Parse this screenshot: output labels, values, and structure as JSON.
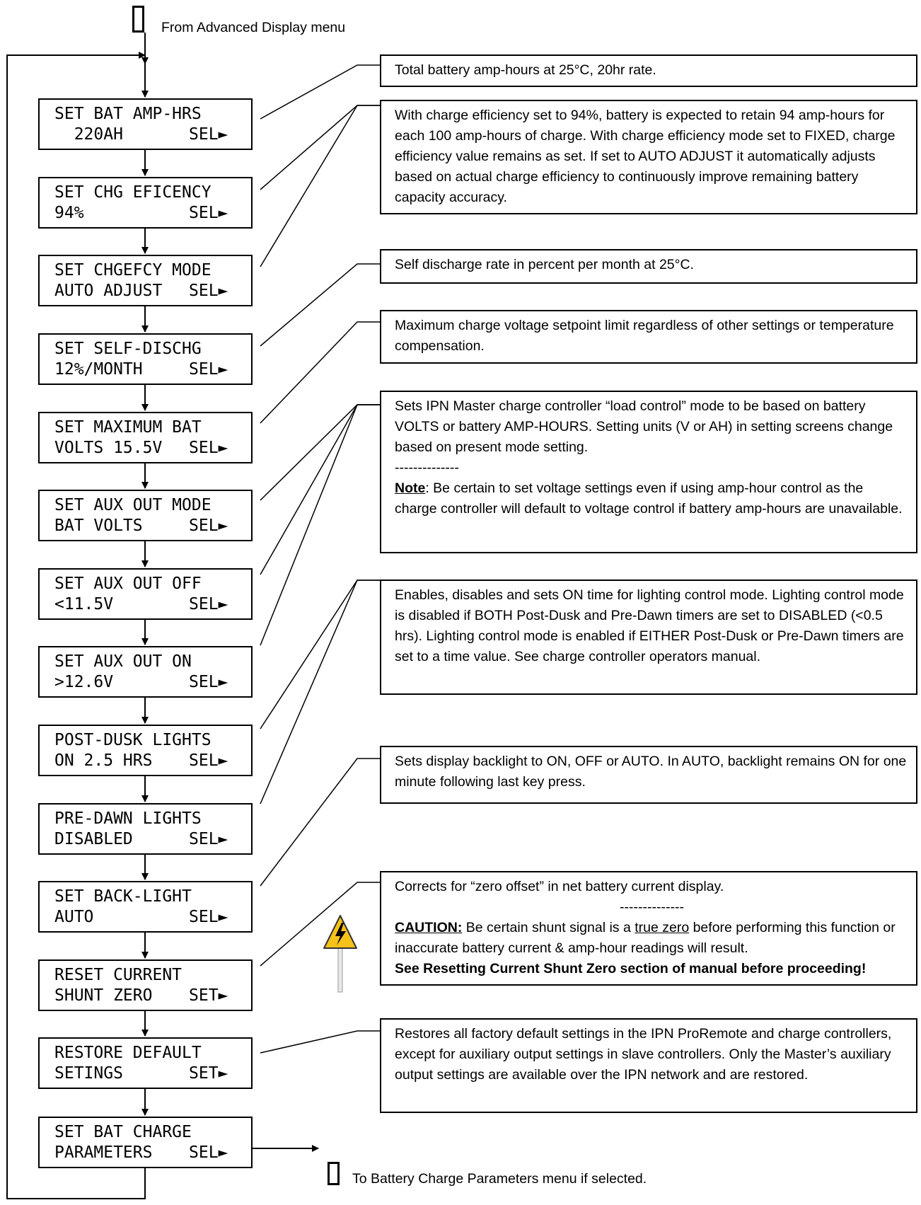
{
  "entry_label": "From Advanced Display menu",
  "exit_label": "To Battery Charge Parameters menu if selected.",
  "screens": [
    {
      "line1": "SET BAT AMP-HRS",
      "value": "  220AH",
      "action": "SEL►"
    },
    {
      "line1": "SET CHG EFICENCY",
      "value": "94%",
      "action": "SEL►"
    },
    {
      "line1": "SET CHGEFCY MODE",
      "value": "AUTO ADJUST",
      "action": "SEL►"
    },
    {
      "line1": "SET SELF-DISCHG",
      "value": "12%/MONTH",
      "action": "SEL►"
    },
    {
      "line1": "SET MAXIMUM BAT",
      "value": "VOLTS 15.5V",
      "action": "SEL►"
    },
    {
      "line1": "SET AUX OUT MODE",
      "value": "BAT VOLTS",
      "action": "SEL►"
    },
    {
      "line1": "SET AUX OUT OFF",
      "value": "<11.5V",
      "action": "SEL►"
    },
    {
      "line1": "SET AUX OUT ON",
      "value": ">12.6V",
      "action": "SEL►"
    },
    {
      "line1": "POST-DUSK LIGHTS",
      "value": "ON 2.5 HRS",
      "action": "SEL►"
    },
    {
      "line1": "PRE-DAWN LIGHTS",
      "value": "DISABLED",
      "action": "SEL►"
    },
    {
      "line1": "SET BACK-LIGHT",
      "value": "AUTO",
      "action": "SEL►"
    },
    {
      "line1": "RESET CURRENT",
      "value": "SHUNT ZERO",
      "action": "SET►"
    },
    {
      "line1": "RESTORE DEFAULT",
      "value": "SETINGS",
      "action": "SET►"
    },
    {
      "line1": "SET BAT CHARGE",
      "value": "PARAMETERS",
      "action": "SEL►"
    }
  ],
  "descriptions": {
    "amp_hours": "Total battery amp-hours at 25°C, 20hr rate.",
    "charge_efficiency": "With charge efficiency set to 94%, battery is expected to retain 94 amp-hours for each 100 amp-hours of charge. With charge efficiency mode set to FIXED, charge efficiency value remains as set. If set to AUTO ADJUST it automatically adjusts based on actual charge efficiency to continuously improve remaining battery capacity accuracy.",
    "self_discharge": "Self discharge rate in percent per month at 25°C.",
    "max_volts": "Maximum charge voltage setpoint limit regardless of other settings or temperature compensation.",
    "aux_out": {
      "text": "Sets IPN Master charge controller “load control” mode to be based on battery VOLTS or battery AMP-HOURS. Setting units (V or AH) in setting screens change based on present mode setting.",
      "divider": "--------------",
      "note_label": "Note",
      "note_text": ": Be certain to set voltage settings even if using amp-hour control as the charge controller will default to voltage control if battery amp-hours are unavailable."
    },
    "lighting": "Enables, disables and sets ON time for lighting control mode. Lighting control mode is disabled if BOTH Post-Dusk and Pre-Dawn timers are set to DISABLED (<0.5 hrs). Lighting control mode is enabled if EITHER Post-Dusk or Pre-Dawn timers are set to a time value. See charge controller operators manual.",
    "backlight": "Sets display backlight to ON, OFF or AUTO. In AUTO, backlight remains ON for one minute following last key press.",
    "shunt_zero": {
      "text": "Corrects for “zero offset” in net battery current display.",
      "divider": "--------------",
      "caution_label": "CAUTION:",
      "caution_pre": " Be certain shunt signal is a ",
      "caution_underlined": "true zero",
      "caution_post": " before performing this function or inaccurate battery current & amp-hour readings will result.",
      "bold_warning": "See Resetting Current Shunt Zero section of manual before proceeding!"
    },
    "restore": "Restores all factory default settings in the IPN ProRemote and charge controllers, except for auxiliary output settings in slave controllers. Only the Master’s auxiliary output settings are available over the IPN network and are restored."
  },
  "icons": [
    "high-voltage-warning-icon"
  ]
}
